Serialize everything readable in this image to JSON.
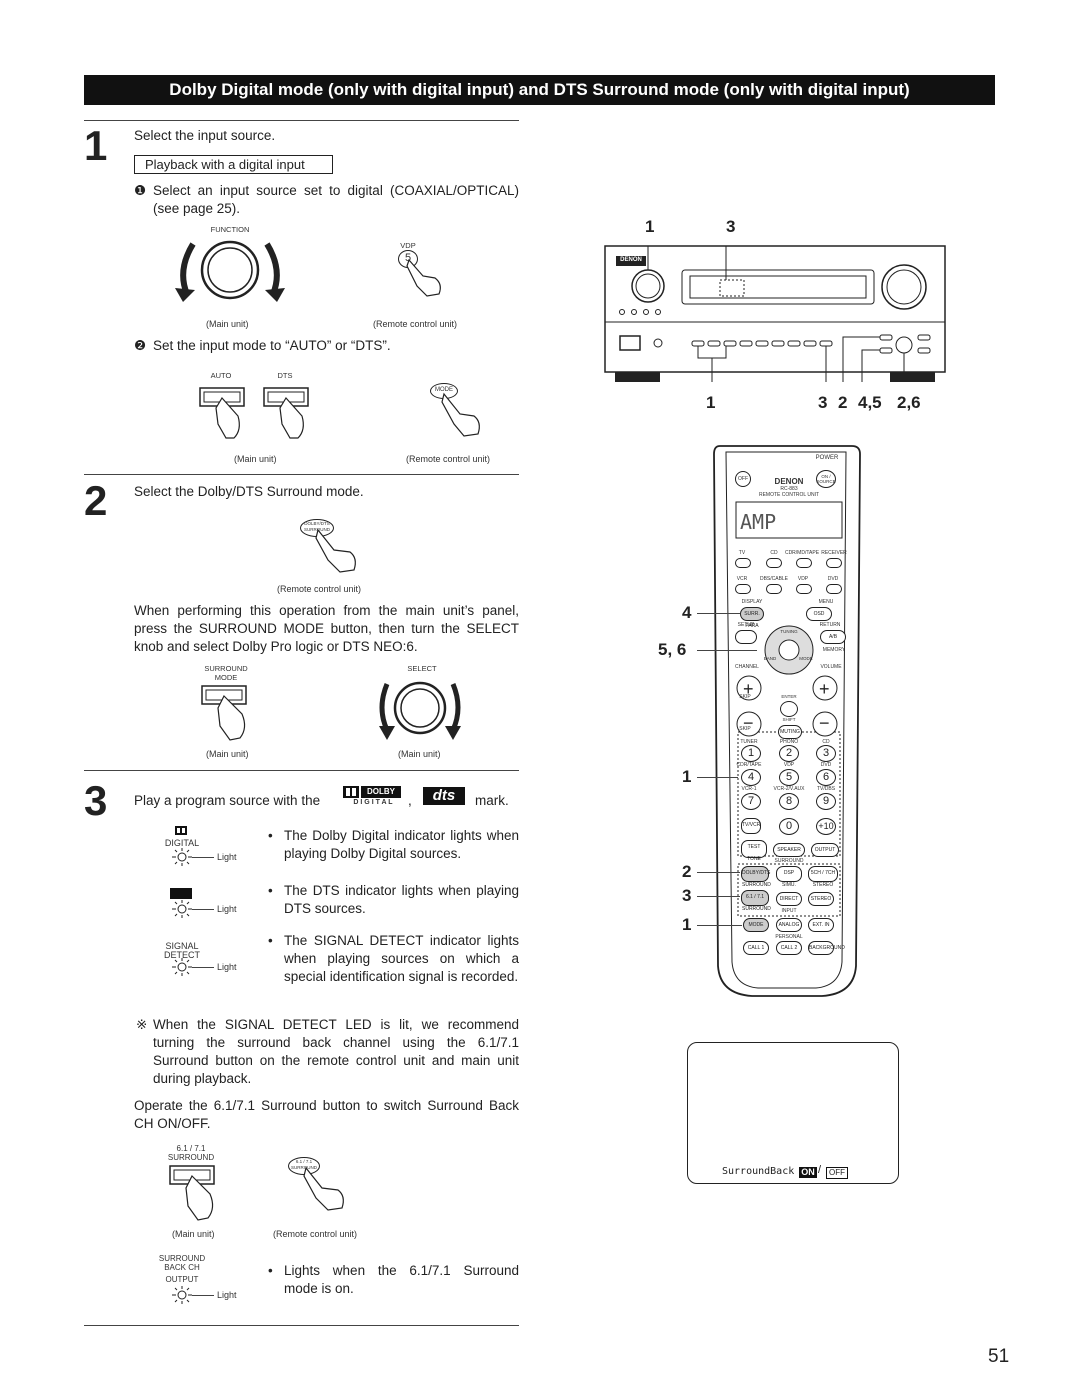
{
  "header": {
    "title": "Dolby Digital mode (only with digital input) and DTS Surround mode (only with digital input)"
  },
  "step1": {
    "number": "1",
    "instruction": "Select the input source.",
    "playback_box": "Playback with a digital input",
    "sub1": "Select an input source set to digital (COAXIAL/OPTICAL) (see page 25).",
    "sub1_marker": "❶",
    "function_label": "FUNCTION",
    "vdp_label": "VDP",
    "vdp_key": "5",
    "main_unit": "(Main unit)",
    "remote_unit": "(Remote control unit)",
    "sub2": "Set the input mode to “AUTO” or “DTS”.",
    "sub2_marker": "❷",
    "auto_label": "AUTO",
    "dts_label": "DTS",
    "mode_label": "MODE",
    "main_unit2": "(Main unit)",
    "remote_unit2": "(Remote control unit)"
  },
  "step2": {
    "number": "2",
    "instruction": "Select the Dolby/DTS Surround mode.",
    "button_label_1": "DOLBY/DTS",
    "button_label_2": "SURROUND",
    "remote_unit": "(Remote control unit)",
    "paragraph": "When performing this operation from the main unit’s panel, press the SURROUND MODE button, then turn the SELECT knob and select Dolby Pro logic or DTS NEO:6.",
    "surround_label_1": "SURROUND",
    "surround_label_2": "MODE",
    "select_label": "SELECT",
    "main_unit_a": "(Main unit)",
    "main_unit_b": "(Main unit)"
  },
  "step3": {
    "number": "3",
    "intro_start": "Play a program source with the",
    "intro_comma": ",",
    "intro_end": "mark.",
    "dolby_logo_top": "DOLBY",
    "dolby_logo_bottom": "D I G I T A L",
    "dts_logo": "dts",
    "digital_label": "DIGITAL",
    "light": "Light",
    "bullet1": "The Dolby Digital indicator lights when playing Dolby Digital sources.",
    "bullet2": "The DTS indicator lights when playing DTS sources.",
    "signal_label_1": "SIGNAL",
    "signal_label_2": "DETECT",
    "bullet3": "The SIGNAL DETECT indicator lights when playing sources on which a special identification signal is recorded.",
    "note_mark": "※",
    "note": "When the SIGNAL DETECT LED is lit, we recommend turning the surround back channel using the 6.1/7.1 Surround button on the remote control unit and main unit during playback.",
    "operate": "Operate the 6.1/7.1 Surround button to switch Surround Back CH ON/OFF.",
    "s61_label_1": "6.1 / 7.1",
    "s61_label_2": "SURROUND",
    "main_unit": "(Main unit)",
    "remote_unit": "(Remote control unit)",
    "back_label_1": "SURROUND",
    "back_label_2": "BACK CH",
    "back_label_3": "OUTPUT",
    "bullet4": "Lights when the 6.1/7.1 Surround mode is on."
  },
  "right": {
    "callouts_top": [
      "1",
      "3"
    ],
    "callouts_bottom": [
      "1",
      "3",
      "2",
      "4,5",
      "2,6"
    ],
    "brand": "DENON",
    "remote_callouts": [
      "4",
      "5, 6",
      "1",
      "2",
      "3",
      "1"
    ],
    "remote": {
      "power": "POWER",
      "off": "OFF",
      "on_source": "ON / SOURCE",
      "brand": "DENON",
      "model": "RC-883",
      "unit": "REMOTE CONTROL UNIT",
      "display": "AMP",
      "source_row1": [
        "TV",
        "CD",
        "CDR/MD/TAPE",
        "RECEIVER"
      ],
      "source_row2": [
        "VCR",
        "DBS/CABLE",
        "VDP",
        "DVD"
      ],
      "display_label": "DISPLAY",
      "menu_label": "MENU",
      "surr_para": "SURR. PARA",
      "osd": "OSD",
      "setup": "SETUP",
      "return": "RETURN",
      "tuning": "TUNING",
      "ab": "A/B",
      "memory": "MEMORY",
      "band": "BAND",
      "mode": "MODE",
      "channel": "CHANNEL",
      "volume": "VOLUME",
      "enter": "ENTER",
      "skip": "SKIP",
      "shift": "SHIFT",
      "muting": "MUTING",
      "num_labels": [
        "TUNER",
        "PHONO",
        "CD",
        "CDR/TAPE",
        "VDP",
        "DVD",
        "VCR-1",
        "VCR-2/V.AUX",
        "TV/DBS"
      ],
      "nums": [
        "1",
        "2",
        "3",
        "4",
        "5",
        "6",
        "7",
        "8",
        "9"
      ],
      "tvvcr": "TV/VCR",
      "zero": "0",
      "plus10": "+10",
      "test_tone": "TEST TONE",
      "speaker": "SPEAKER",
      "output": "OUTPUT",
      "surround": "SURROUND",
      "dolby_dts": "DOLBY/DTS SURROUND",
      "dsp_simu": "DSP SIMU.",
      "stereo_5ch": "5CH / 7CH STEREO",
      "s61": "6.1 / 7.1 SURROUND",
      "direct": "DIRECT",
      "stereo": "STEREO",
      "input": "INPUT",
      "mode2": "MODE",
      "analog": "ANALOG",
      "ext_in": "EXT. IN",
      "personal": "PERSONAL",
      "call1": "CALL 1",
      "call2": "CALL 2",
      "background": "BACKGROUND"
    },
    "osd_text": "SurroundBack  :",
    "osd_on": "ON",
    "osd_off": "OFF"
  },
  "page_number": "51"
}
